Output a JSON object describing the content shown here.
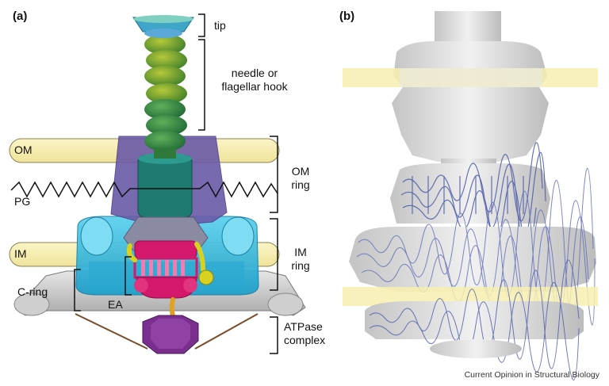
{
  "panel_a": {
    "label": "(a)",
    "labels": {
      "tip": "tip",
      "needle_line1": "needle or",
      "needle_line2": "flagellar hook",
      "om": "OM",
      "om_ring_line1": "OM",
      "om_ring_line2": "ring",
      "pg": "PG",
      "im": "IM",
      "im_ring_line1": "IM",
      "im_ring_line2": "ring",
      "c_ring": "C-ring",
      "ea": "EA",
      "atpase_line1": "ATPase",
      "atpase_line2": "complex"
    }
  },
  "panel_b": {
    "label": "(b)"
  },
  "credit": "Current Opinion in Structural Biology",
  "colors": {
    "membrane": "#f7eeb0",
    "needle_green": "#6da32b",
    "needle_dark": "#2f7a3a",
    "basal_purple": "#6b5aa8",
    "teal": "#1f6f6a",
    "cyan": "#33b9dc",
    "magenta": "#d4196c",
    "yellow": "#d7d21f",
    "atpase_purple": "#7a2f8f",
    "map_grey": "#d9d9d9",
    "ribbon_blue": "#4c5aa8"
  }
}
